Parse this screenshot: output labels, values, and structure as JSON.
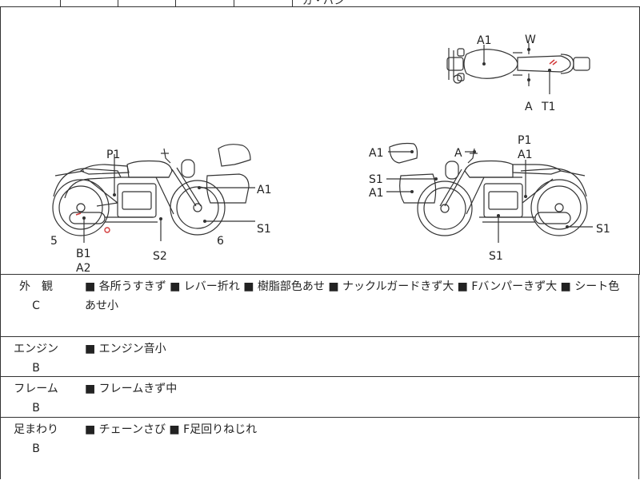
{
  "header": {
    "partial_text": "ガ・パン"
  },
  "diagrams": {
    "top_view": {
      "labels": {
        "a1": "A1",
        "w": "W",
        "a": "A",
        "t1": "T1"
      }
    },
    "left_side": {
      "labels": {
        "p1": "P1",
        "a1": "A1",
        "s1": "S1",
        "s2": "S2",
        "n5": "5",
        "n6": "6",
        "b1": "B1",
        "a2": "A2"
      }
    },
    "right_side": {
      "labels": {
        "p1": "P1",
        "a1_top": "A1",
        "a1_tank": "A1",
        "a": "A",
        "s1_left": "S1",
        "a1_left": "A1",
        "s1_right": "S1",
        "s1_bottom": "S1"
      }
    }
  },
  "conditions": [
    {
      "category": "外　観",
      "grade": "C",
      "notes": "■ 各所うすきず ■ レバー折れ ■ 樹脂部色あせ ■ ナックルガードきず大 ■ Fバンパーきず大 ■ シート色あせ小"
    },
    {
      "category": "エンジン",
      "grade": "B",
      "notes": "■ エンジン音小"
    },
    {
      "category": "フレーム",
      "grade": "B",
      "notes": "■ フレームきず中"
    },
    {
      "category": "足まわり",
      "grade": "B",
      "notes": "■ チェーンさび ■ F足回りねじれ"
    }
  ],
  "colors": {
    "line": "#333333",
    "damage_mark": "#d23a3a"
  }
}
